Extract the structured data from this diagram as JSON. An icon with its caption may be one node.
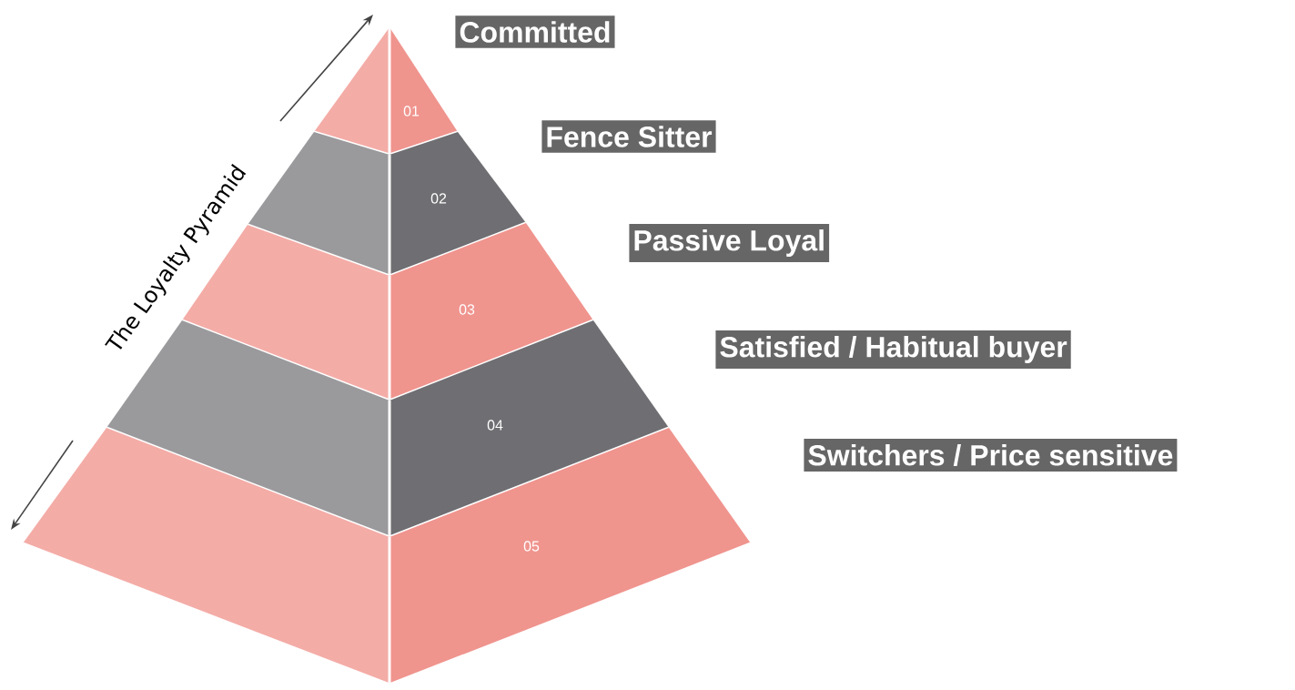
{
  "diagram": {
    "nodes": [
      {
        "text": [
          "01"
        ]
      },
      {
        "text": [
          "02"
        ]
      },
      {
        "text": [
          "03"
        ]
      },
      {
        "text": [
          "04"
        ]
      },
      {
        "text": [
          "05"
        ]
      },
      {
        "text": [
          "Committed"
        ]
      },
      {
        "text": [
          "Fence Sitter"
        ]
      },
      {
        "text": [
          "Passive Loyal"
        ]
      },
      {
        "text": [
          "Satisfied / Habitual buyer"
        ]
      },
      {
        "text": [
          "Switchers / Price sensitive"
        ]
      }
    ],
    "labels": [
      "The Loyalty Pyramid"
    ]
  }
}
